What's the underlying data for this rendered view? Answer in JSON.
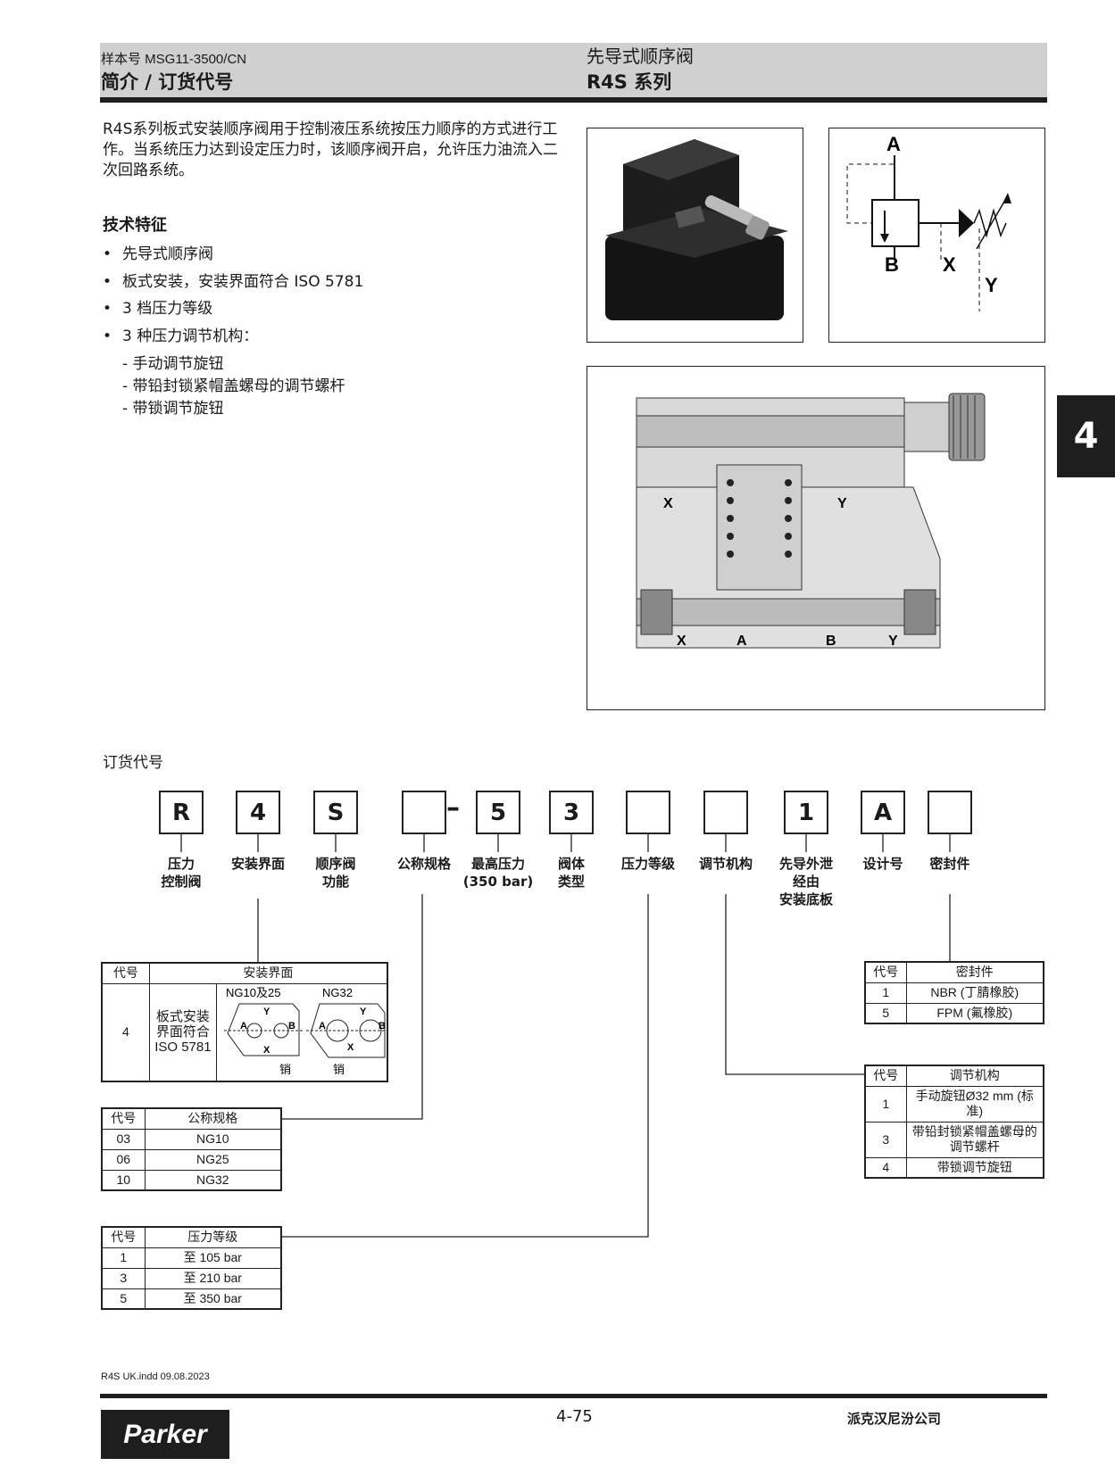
{
  "header": {
    "catalog": "样本号 MSG11-3500/CN",
    "section": "简介 / 订货代号",
    "product_type": "先导式顺序阀",
    "series": "R4S 系列"
  },
  "intro": "R4S系列板式安装顺序阀用于控制液压系统按压力顺序的方式进行工作。当系统压力达到设定压力时，该顺序阀开启，允许压力油流入二次回路系统。",
  "features": {
    "title": "技术特征",
    "items": [
      "先导式顺序阀",
      "板式安装，安装界面符合 ISO 5781",
      "3 档压力等级",
      "3 种压力调节机构："
    ],
    "sub_items": [
      "- 手动调节旋钮",
      "- 带铅封锁紧帽盖螺母的调节螺杆",
      "- 带锁调节旋钮"
    ]
  },
  "symbol": {
    "ports": [
      "A",
      "B",
      "X",
      "Y"
    ]
  },
  "section_view": {
    "ports": [
      "X",
      "A",
      "B",
      "Y"
    ],
    "internal": [
      "X",
      "Y"
    ]
  },
  "chapter_tab": "4",
  "ordering": {
    "title": "订货代号",
    "codes": [
      "R",
      "4",
      "S",
      "",
      "5",
      "3",
      "",
      "",
      "1",
      "A",
      ""
    ],
    "dash": "–",
    "labels": [
      [
        "压力",
        "控制阀"
      ],
      [
        "安装界面"
      ],
      [
        "顺序阀",
        "功能"
      ],
      [
        "公称规格"
      ],
      [
        "最高压力",
        "(350 bar)"
      ],
      [
        "阀体",
        "类型"
      ],
      [
        "压力等级"
      ],
      [
        "调节机构"
      ],
      [
        "先导外泄",
        "经由",
        "安装底板"
      ],
      [
        "设计号"
      ],
      [
        "密封件"
      ]
    ]
  },
  "tables": {
    "mounting": {
      "h_code": "代号",
      "h_desc": "安装界面",
      "code": "4",
      "desc": "板式安装界面符合 ISO 5781",
      "ng_small": "NG10及25",
      "ng_large": "NG32",
      "pin": "销",
      "ports": [
        "A",
        "B",
        "X",
        "Y"
      ]
    },
    "size": {
      "h_code": "代号",
      "h_desc": "公称规格",
      "rows": [
        [
          "03",
          "NG10"
        ],
        [
          "06",
          "NG25"
        ],
        [
          "10",
          "NG32"
        ]
      ]
    },
    "pressure": {
      "h_code": "代号",
      "h_desc": "压力等级",
      "rows": [
        [
          "1",
          "至 105 bar"
        ],
        [
          "3",
          "至 210 bar"
        ],
        [
          "5",
          "至 350 bar"
        ]
      ]
    },
    "seal": {
      "h_code": "代号",
      "h_desc": "密封件",
      "rows": [
        [
          "1",
          "NBR (丁腈橡胶)"
        ],
        [
          "5",
          "FPM (氟橡胶)"
        ]
      ]
    },
    "adjust": {
      "h_code": "代号",
      "h_desc": "调节机构",
      "rows": [
        [
          "1",
          "手动旋钮Ø32 mm (标准)"
        ],
        [
          "3",
          "带铅封锁紧帽盖螺母的调节螺杆"
        ],
        [
          "4",
          "带锁调节旋钮"
        ]
      ]
    }
  },
  "footer": {
    "file": "R4S UK.indd 09.08.2023",
    "page": "4-75",
    "company": "派克汉尼汾公司",
    "logo": "Parker"
  }
}
